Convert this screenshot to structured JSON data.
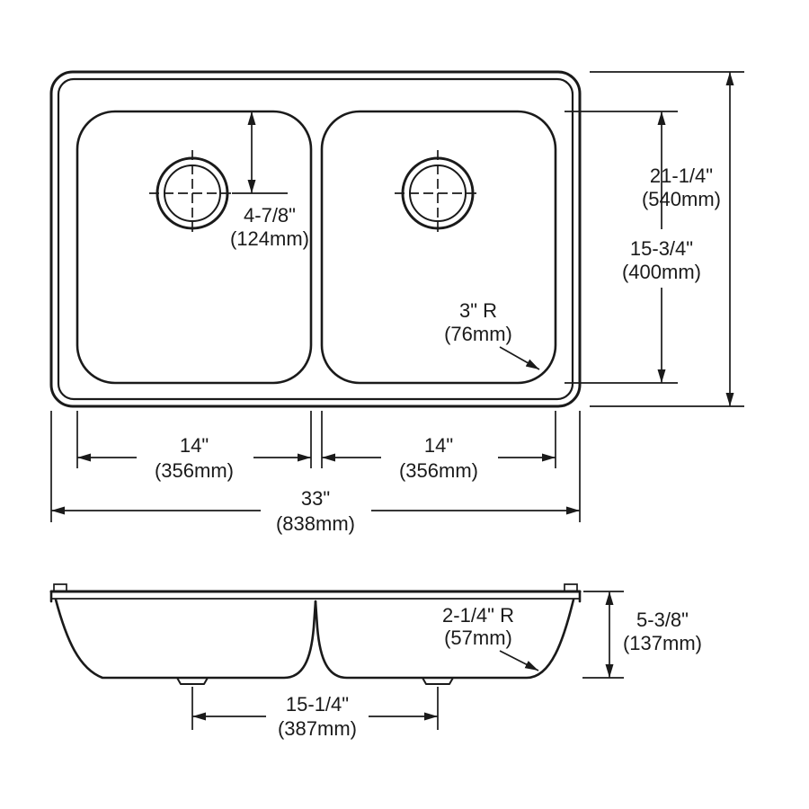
{
  "drawing": {
    "description": "Double-bowl drop-in kitchen sink dimensional drawing, top view and side section view",
    "line_color": "#1a1a1a",
    "background_color": "#ffffff"
  },
  "top_view": {
    "drain_offset": {
      "line1": "4-7/8\"",
      "line2": "(124mm)"
    },
    "overall_front_to_back": {
      "line1": "21-1/4\"",
      "line2": "(540mm)"
    },
    "bowl_front_to_back": {
      "line1": "15-3/4\"",
      "line2": "(400mm)"
    },
    "corner_radius": {
      "line1": "3\" R",
      "line2": "(76mm)"
    },
    "left_bowl_width": {
      "line1": "14\"",
      "line2": "(356mm)"
    },
    "right_bowl_width": {
      "line1": "14\"",
      "line2": "(356mm)"
    },
    "overall_width": {
      "line1": "33\"",
      "line2": "(838mm)"
    }
  },
  "side_view": {
    "bowl_bottom_radius": {
      "line1": "2-1/4\" R",
      "line2": "(57mm)"
    },
    "depth": {
      "line1": "5-3/8\"",
      "line2": "(137mm)"
    },
    "drain_spacing": {
      "line1": "15-1/4\"",
      "line2": "(387mm)"
    }
  }
}
